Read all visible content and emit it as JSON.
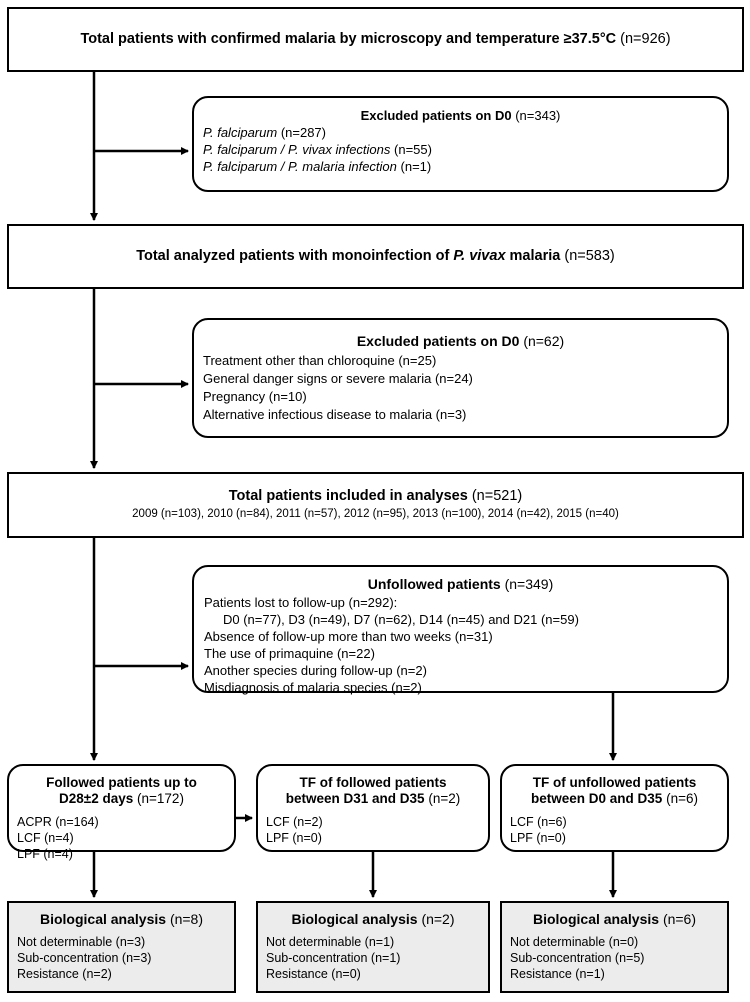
{
  "box1": {
    "title": "Total patients with confirmed malaria by microscopy and temperature ≥37.5°C",
    "count": "(n=926)"
  },
  "excl1": {
    "title": "Excluded patients on D0",
    "count": "(n=343)",
    "items": [
      {
        "name": "P. falciparum",
        "count": "(n=287)"
      },
      {
        "name": "P. falciparum / P. vivax  infections",
        "count": "(n=55)"
      },
      {
        "name": "P. falciparum / P. malaria infection",
        "count": "(n=1)"
      }
    ]
  },
  "box2": {
    "title_pre": "Total analyzed patients with monoinfection of ",
    "title_italic": "P. vivax",
    "title_post": " malaria",
    "count": "(n=583)"
  },
  "excl2": {
    "title": "Excluded patients on D0",
    "count": "(n=62)",
    "items": [
      "Treatment other than chloroquine (n=25)",
      "General danger signs or severe malaria (n=24)",
      "Pregnancy (n=10)",
      "Alternative infectious disease to malaria (n=3)"
    ]
  },
  "box3": {
    "title": "Total patients included in analyses",
    "count": "(n=521)",
    "years": "2009 (n=103), 2010 (n=84), 2011 (n=57), 2012 (n=95), 2013 (n=100), 2014 (n=42), 2015 (n=40)"
  },
  "unfollowed": {
    "title": "Unfollowed patients",
    "count": "(n=349)",
    "lost": "Patients lost to follow-up (n=292):",
    "lost_detail": "D0 (n=77), D3 (n=49), D7 (n=62), D14 (n=45) and D21 (n=59)",
    "items": [
      "Absence of follow-up more than two weeks (n=31)",
      "The use of primaquine (n=22)",
      "Another species during follow-up (n=2)",
      "Misdiagnosis of malaria species (n=2)"
    ]
  },
  "followed": {
    "title1": "Followed patients up to",
    "title2": "D28±2 days",
    "count": "(n=172)",
    "items": [
      "ACPR (n=164)",
      "LCF (n=4)",
      "LPF (n=4)"
    ]
  },
  "tf_followed": {
    "title1": "TF of followed patients",
    "title2": "between D31 and D35",
    "count": "(n=2)",
    "items": [
      "LCF (n=2)",
      "LPF (n=0)"
    ]
  },
  "tf_unfollowed": {
    "title1": "TF of unfollowed patients",
    "title2": "between D0 and D35",
    "count": "(n=6)",
    "items": [
      "LCF (n=6)",
      "LPF (n=0)"
    ]
  },
  "bio1": {
    "title": "Biological analysis",
    "count": "(n=8)",
    "items": [
      "Not determinable (n=3)",
      "Sub-concentration (n=3)",
      "Resistance (n=2)"
    ]
  },
  "bio2": {
    "title": "Biological analysis",
    "count": "(n=2)",
    "items": [
      "Not determinable (n=1)",
      "Sub-concentration (n=1)",
      "Resistance (n=0)"
    ]
  },
  "bio3": {
    "title": "Biological analysis",
    "count": "(n=6)",
    "items": [
      "Not determinable (n=0)",
      "Sub-concentration (n=5)",
      "Resistance (n=1)"
    ]
  }
}
